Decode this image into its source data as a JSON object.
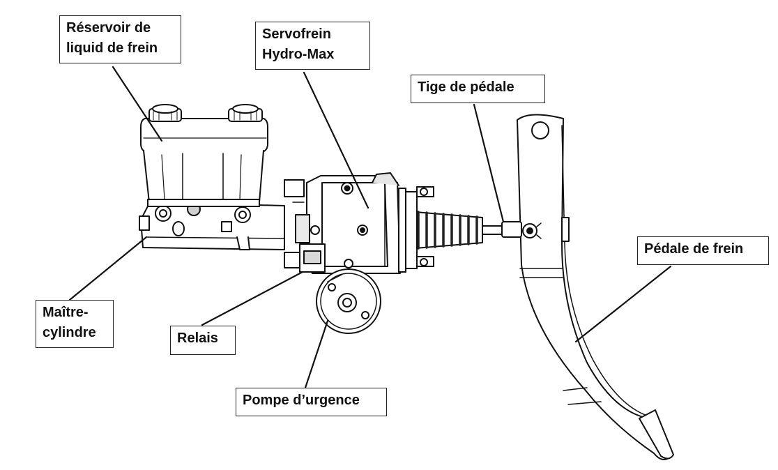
{
  "labels": {
    "reservoir": "Réservoir de\nliquid de frein",
    "servo": "Servofrein\nHydro-Max",
    "tige": "Tige de pédale",
    "pedale": "Pédale de frein",
    "maitre": "Maître-\ncylindre",
    "relais": "Relais",
    "pompe": "Pompe d’urgence"
  },
  "colors": {
    "line": "#111111",
    "fill": "#ffffff",
    "shade": "#cfcfcf",
    "dark": "#555555"
  }
}
